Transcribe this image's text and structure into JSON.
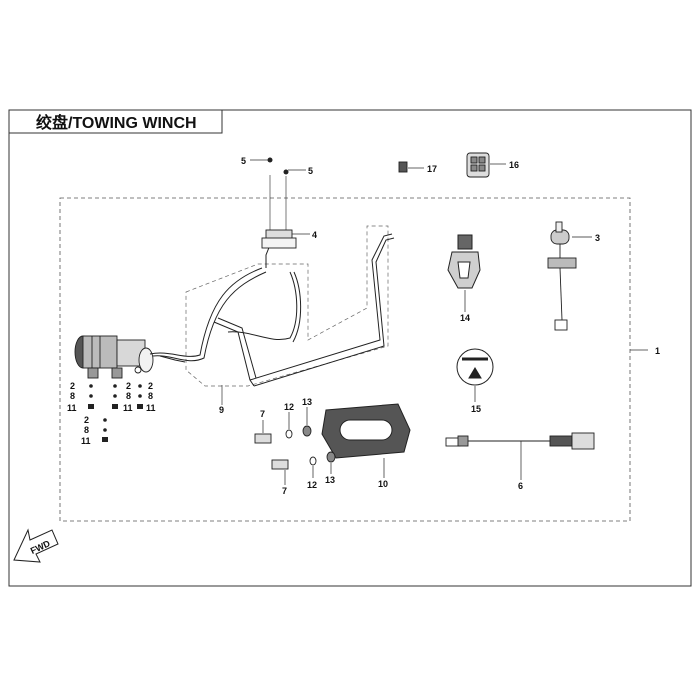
{
  "diagram": {
    "title": "绞盘/TOWING WINCH",
    "fwd_label": "FWD",
    "callouts": [
      {
        "key": "c1",
        "label": "1"
      },
      {
        "key": "c2a",
        "label": "2"
      },
      {
        "key": "c2b",
        "label": "2"
      },
      {
        "key": "c2c",
        "label": "2"
      },
      {
        "key": "c2d",
        "label": "2"
      },
      {
        "key": "c3",
        "label": "3"
      },
      {
        "key": "c4",
        "label": "4"
      },
      {
        "key": "c5a",
        "label": "5"
      },
      {
        "key": "c5b",
        "label": "5"
      },
      {
        "key": "c6",
        "label": "6"
      },
      {
        "key": "c7a",
        "label": "7"
      },
      {
        "key": "c7b",
        "label": "7"
      },
      {
        "key": "c8a",
        "label": "8"
      },
      {
        "key": "c8b",
        "label": "8"
      },
      {
        "key": "c8c",
        "label": "8"
      },
      {
        "key": "c8d",
        "label": "8"
      },
      {
        "key": "c9",
        "label": "9"
      },
      {
        "key": "c10",
        "label": "10"
      },
      {
        "key": "c11a",
        "label": "11"
      },
      {
        "key": "c11b",
        "label": "11"
      },
      {
        "key": "c11c",
        "label": "11"
      },
      {
        "key": "c11d",
        "label": "11"
      },
      {
        "key": "c12a",
        "label": "12"
      },
      {
        "key": "c12b",
        "label": "12"
      },
      {
        "key": "c13a",
        "label": "13"
      },
      {
        "key": "c13b",
        "label": "13"
      },
      {
        "key": "c14",
        "label": "14"
      },
      {
        "key": "c15",
        "label": "15"
      },
      {
        "key": "c16",
        "label": "16"
      },
      {
        "key": "c17",
        "label": "17"
      }
    ]
  }
}
